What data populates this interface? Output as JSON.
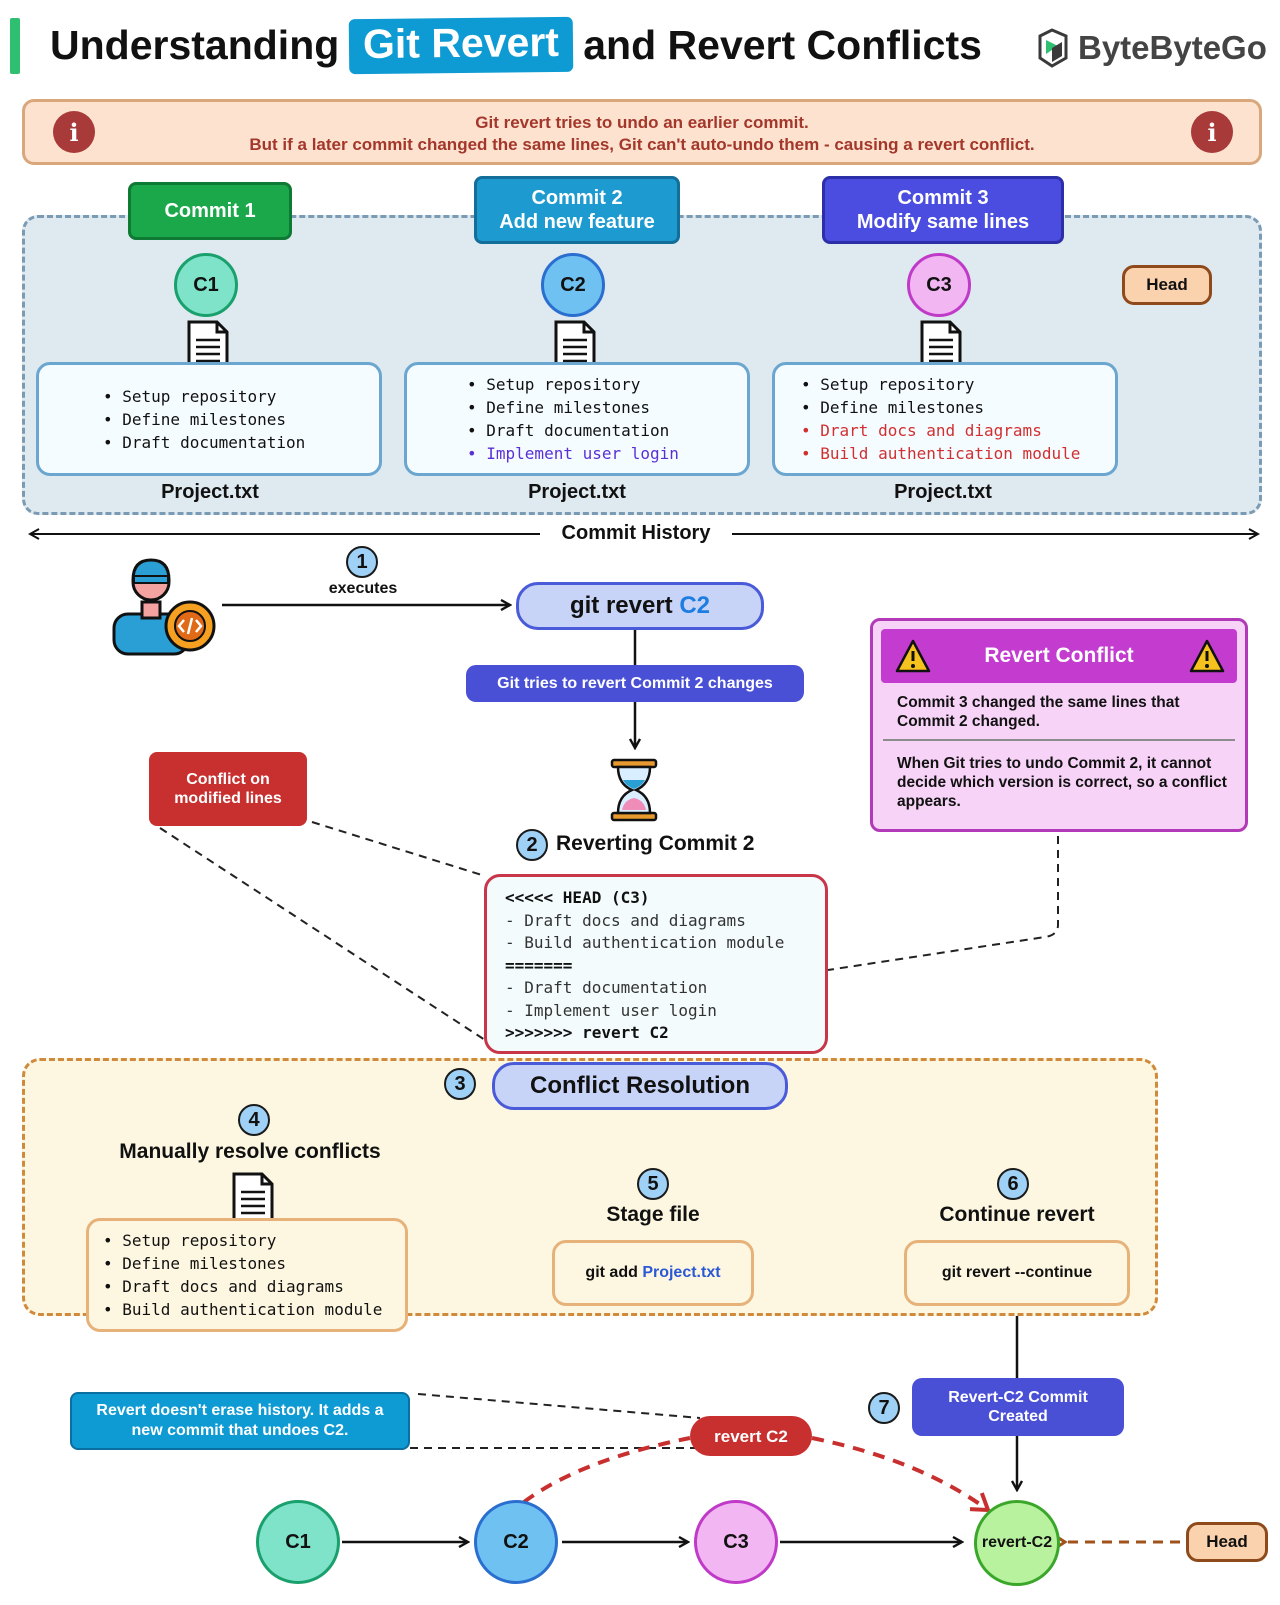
{
  "header": {
    "title_pre": "Understanding",
    "title_highlight": "Git Revert",
    "title_post": "and Revert Conflicts",
    "brand": "ByteByteGo"
  },
  "info": {
    "line1": "Git revert tries to undo an earlier commit.",
    "line2": "But if a later commit changed the same lines, Git can't auto-undo them - causing a revert conflict.",
    "icon": "i"
  },
  "history": {
    "commits": [
      {
        "label_line1": "Commit 1",
        "label_line2": "",
        "node": "C1",
        "color": "#1aa84a",
        "node_fill": "#7ee3c9",
        "node_border": "#1aa06c",
        "file_items": [
          "Setup repository",
          "Define milestones",
          "Draft documentation"
        ],
        "filename": "Project.txt"
      },
      {
        "label_line1": "Commit 2",
        "label_line2": "Add new feature",
        "node": "C2",
        "color": "#1d9bd0",
        "node_fill": "#6fc1f2",
        "node_border": "#2a6fd0",
        "file_items": [
          "Setup repository",
          "Define milestones",
          "Draft documentation",
          "Implement user login"
        ],
        "filename": "Project.txt"
      },
      {
        "label_line1": "Commit 3",
        "label_line2": "Modify same lines",
        "node": "C3",
        "color": "#4a4de0",
        "node_fill": "#f2b7f2",
        "node_border": "#c03ac8",
        "file_items": [
          "Setup repository",
          "Define milestones",
          "Drart docs and diagrams",
          "Build authentication module"
        ],
        "filename": "Project.txt"
      }
    ],
    "head": "Head",
    "axis_label": "Commit History"
  },
  "flow": {
    "step1": "1",
    "executes": "executes",
    "cmd_pre": "git revert",
    "cmd_hl": "C2",
    "tries": "Git tries to revert Commit 2 changes",
    "step2": "2",
    "reverting": "Reverting Commit 2",
    "conflict_tag": [
      "Conflict on",
      "modified lines"
    ],
    "code": {
      "l1": "<<<<< HEAD (C3)",
      "l2": "- Draft docs and diagrams",
      "l3": "- Build authentication module",
      "l4": "=======",
      "l5": "- Draft documentation",
      "l6": "- Implement user login",
      "l7": ">>>>>>> revert C2"
    }
  },
  "revert_conflict": {
    "title": "Revert Conflict",
    "p1": "Commit 3 changed the same lines that Commit 2 changed.",
    "p2": "When Git tries to undo Commit 2, it cannot decide which version is correct, so a conflict appears."
  },
  "resolution": {
    "step3": "3",
    "title": "Conflict Resolution",
    "step4": "4",
    "manual": "Manually resolve conflicts",
    "resolved_items": [
      "Setup repository",
      "Define milestones",
      "Draft docs and diagrams",
      "Build authentication module"
    ],
    "step5": "5",
    "stage": "Stage file",
    "stage_cmd_pre": "git add",
    "stage_cmd_file": "Project.txt",
    "step6": "6",
    "cont": "Continue revert",
    "cont_cmd": "git revert --continue"
  },
  "final": {
    "step7": "7",
    "created": [
      "Revert-C2 Commit",
      "Created"
    ],
    "note": [
      "Revert doesn't erase history. It adds a",
      "new commit that undoes C2."
    ],
    "revert_tag": "revert C2",
    "nodes": [
      "C1",
      "C2",
      "C3",
      "revert-C2"
    ],
    "head": "Head"
  }
}
